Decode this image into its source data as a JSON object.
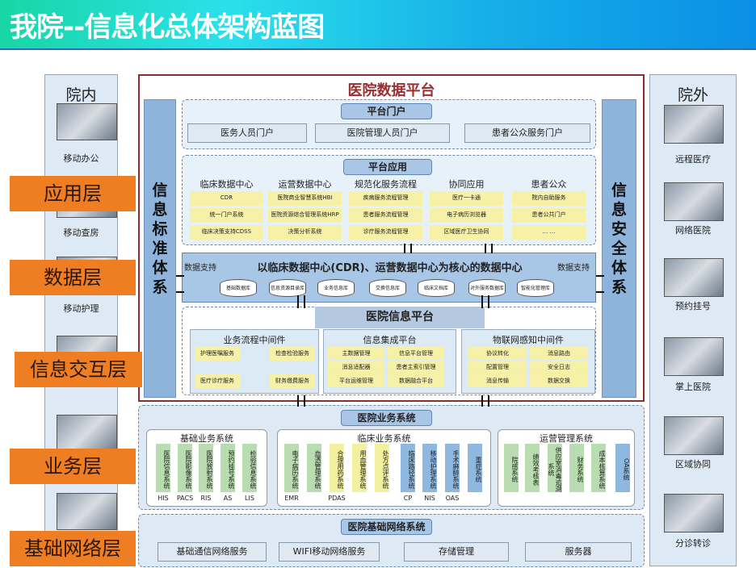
{
  "title": "我院--信息化总体架构蓝图",
  "left_panel": {
    "heading": "院内",
    "items": [
      "移动办公",
      "移动查房",
      "移动护理"
    ]
  },
  "right_panel": {
    "heading": "院外",
    "items": [
      "远程医疗",
      "网络医院",
      "预约挂号",
      "掌上医院",
      "区域协同",
      "分诊转诊"
    ]
  },
  "layers": [
    "应用层",
    "数据层",
    "信息交互层",
    "业务层",
    "基础网络层"
  ],
  "data_platform": {
    "title": "医院数据平台",
    "left_bar": "信息标准体系",
    "right_bar": "信息安全体系",
    "portal": {
      "header": "平台门户",
      "buttons": [
        "医务人员门户",
        "医院管理人员门户",
        "患者公众服务门户"
      ]
    },
    "apps": {
      "header": "平台应用",
      "columns": [
        {
          "title": "临床数据中心",
          "items": [
            "CDR",
            "统一门户系统",
            "临床决策支持CDSS"
          ]
        },
        {
          "title": "运营数据中心",
          "items": [
            "医院商业智慧系统HBI",
            "医院资源综合管理系统HRP",
            "决策分析系统"
          ]
        },
        {
          "title": "规范化服务流程",
          "items": [
            "疾病服务流程管理",
            "患者服务流程管理",
            "诊疗服务流程管理"
          ]
        },
        {
          "title": "协同应用",
          "items": [
            "医疗一卡通",
            "电子病历浏览器",
            "区域医疗卫生协同"
          ]
        },
        {
          "title": "患者公众",
          "items": [
            "院内自助服务",
            "患者公共门户",
            "… …"
          ]
        }
      ]
    },
    "data_center": {
      "title": "以临床数据中心(CDR)、运营数据中心为核心的数据中心",
      "support_left": "数据支持",
      "support_right": "数据支持",
      "databases": [
        "基础数据库",
        "信息资源目录库",
        "业务信息库",
        "交换信息库",
        "临床文档库",
        "对外服务数据库",
        "智能化管理库"
      ]
    },
    "info_platform": {
      "title": "医院信息平台",
      "workflow": {
        "title": "业务流程中间件",
        "items": [
          "护理医嘱服务",
          "检查检验服务",
          "财务缴费服务",
          "医疗诊疗服务"
        ]
      },
      "integration": {
        "title": "信息集成平台",
        "items": [
          "主数据管理",
          "信息平台管理",
          "消息适配器",
          "患者主索引管理",
          "平台运维管理",
          "数据融合平台"
        ]
      },
      "iot": {
        "title": "物联网感知中间件",
        "items": [
          "协议转化",
          "消息路由",
          "配置管理",
          "安全日志",
          "消息传输",
          "数据交换"
        ]
      }
    }
  },
  "business": {
    "header": "医院业务系统",
    "groups": [
      {
        "title": "基础业务系统",
        "systems": [
          {
            "name": "医院信息系统",
            "code": "HIS",
            "color": "#b9dcb0"
          },
          {
            "name": "医院影像系统",
            "code": "PACS",
            "color": "#b9dcb0"
          },
          {
            "name": "医院放射系统",
            "code": "RIS",
            "color": "#b9dcb0"
          },
          {
            "name": "预约挂号系统",
            "code": "AS",
            "color": "#b9dcb0"
          },
          {
            "name": "检验信息系统",
            "code": "LIS",
            "color": "#b9dcb0"
          }
        ]
      },
      {
        "title": "临床业务系统",
        "systems": [
          {
            "name": "电子病历系统",
            "code": "EMR",
            "color": "#b9dcb0"
          },
          {
            "name": "血透管理系统",
            "code": "",
            "color": "#b9dcb0"
          },
          {
            "name": "合理用药系统",
            "code": "PDAS",
            "color": "#f3f0a0"
          },
          {
            "name": "用血管理系统",
            "code": "",
            "color": "#f3f0a0"
          },
          {
            "name": "处方点评系统",
            "code": "",
            "color": "#f3f0a0"
          },
          {
            "name": "临床路径系统",
            "code": "CP",
            "color": "#8fb8e0"
          },
          {
            "name": "移动护理系统",
            "code": "NIS",
            "color": "#8fb8e0"
          },
          {
            "name": "手术麻醉系统",
            "code": "OAS",
            "color": "#8fb8e0"
          },
          {
            "name": "重症系统",
            "code": "",
            "color": "#8fb8e0"
          }
        ]
      },
      {
        "title": "运营管理系统",
        "systems": [
          {
            "name": "院感系统",
            "code": "",
            "color": "#b9dcb0"
          },
          {
            "name": "绩效考核表",
            "code": "",
            "color": "#b9dcb0"
          },
          {
            "name": "供应室消毒追溯系统",
            "code": "",
            "color": "#b9dcb0"
          },
          {
            "name": "财务系统",
            "code": "",
            "color": "#b9dcb0"
          },
          {
            "name": "成本核算系统",
            "code": "",
            "color": "#b9dcb0"
          },
          {
            "name": "OA系统",
            "code": "",
            "color": "#8fb8e0"
          }
        ]
      }
    ]
  },
  "network": {
    "header": "医院基础网络系统",
    "items": [
      "基础通信网络服务",
      "WIFI移动网络服务",
      "存储管理",
      "服务器"
    ]
  }
}
